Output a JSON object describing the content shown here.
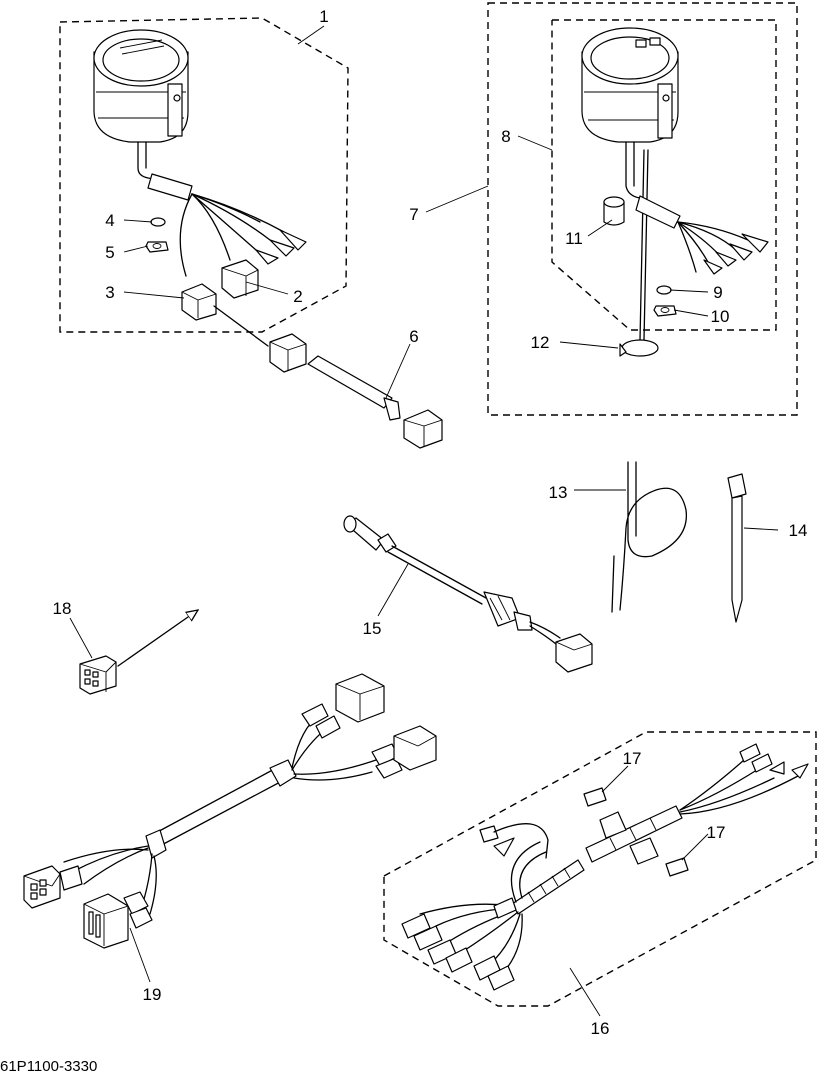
{
  "diagram": {
    "part_number": "61P1100-3330",
    "callouts": [
      "1",
      "2",
      "3",
      "4",
      "5",
      "6",
      "7",
      "8",
      "9",
      "10",
      "11",
      "12",
      "13",
      "14",
      "15",
      "16",
      "17",
      "17",
      "18",
      "19"
    ]
  }
}
